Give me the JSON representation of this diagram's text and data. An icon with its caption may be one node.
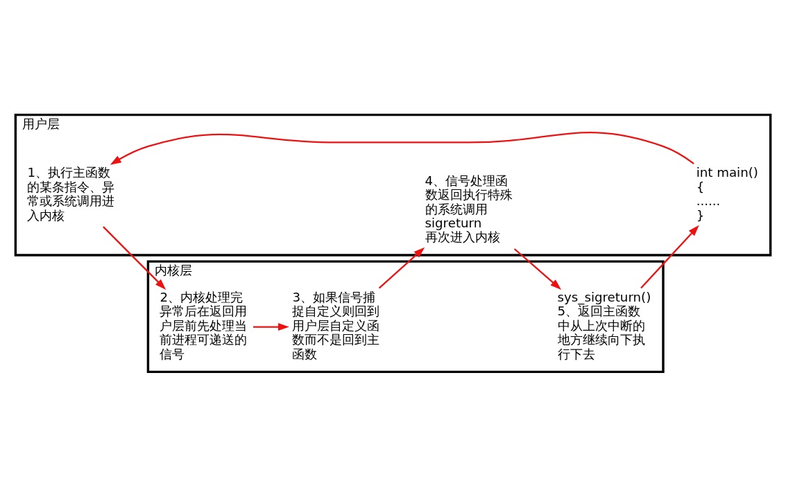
{
  "diagram": {
    "nodes": [
      {
        "text": [
          "用户层"
        ]
      },
      {
        "text": [
          "1、执行主函数的某条指令、异常或系统调用进入内核"
        ],
        "in": 0
      },
      {
        "text": [
          "int main()",
          "{",
          "......",
          "}"
        ],
        "in": 0
      },
      {
        "text": [
          "4、信号处理函数返回执行特殊的系统调用sigreturn再次进入内核"
        ],
        "in": 0
      },
      {
        "text": [
          "内核层"
        ]
      },
      {
        "text": [
          "2、内核处理完异常后在返回用户层前先处理当前进程可递送的信号"
        ],
        "in": 4
      },
      {
        "text": [
          "3、如果信号捕捉自定义则回到用户层自定义函数而不是回到主函数"
        ],
        "in": 4
      },
      {
        "text": [
          "sys_sigreturn()",
          "5、返回主函数中从上次中断的地方继续向下执行下去"
        ],
        "in": 4
      }
    ],
    "edges": [
      {
        "from": 2,
        "to": 1,
        "arrow": "to",
        "color": "#ee1111"
      },
      {
        "from": 1,
        "to": 5,
        "arrow": "to",
        "color": "#ee1111"
      },
      {
        "from": 5,
        "to": 6,
        "arrow": "to",
        "color": "#ee1111"
      },
      {
        "from": 6,
        "to": 3,
        "arrow": "to",
        "color": "#ee1111"
      },
      {
        "from": 3,
        "to": 7,
        "arrow": "to",
        "color": "#ee1111"
      },
      {
        "from": 7,
        "to": 2,
        "arrow": "to",
        "color": "#ee1111"
      }
    ]
  }
}
